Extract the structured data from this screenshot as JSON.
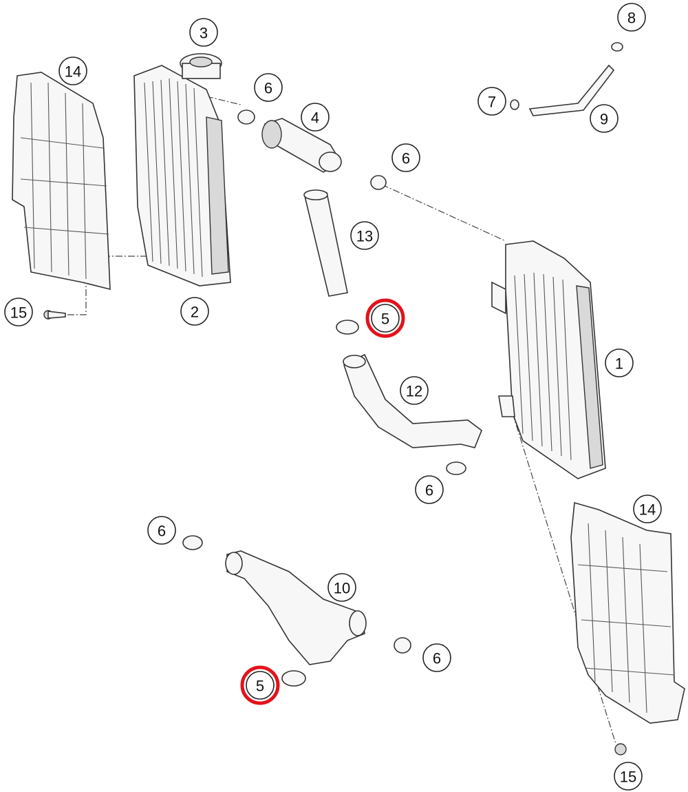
{
  "diagram": {
    "highlight_color": "#e3121b",
    "callouts": [
      {
        "id": "c1",
        "label": "1",
        "highlighted": false
      },
      {
        "id": "c2",
        "label": "2",
        "highlighted": false
      },
      {
        "id": "c3",
        "label": "3",
        "highlighted": false
      },
      {
        "id": "c4",
        "label": "4",
        "highlighted": false
      },
      {
        "id": "c5a",
        "label": "5",
        "highlighted": true
      },
      {
        "id": "c5b",
        "label": "5",
        "highlighted": true
      },
      {
        "id": "c6a",
        "label": "6",
        "highlighted": false
      },
      {
        "id": "c6b",
        "label": "6",
        "highlighted": false
      },
      {
        "id": "c6c",
        "label": "6",
        "highlighted": false
      },
      {
        "id": "c6d",
        "label": "6",
        "highlighted": false
      },
      {
        "id": "c6e",
        "label": "6",
        "highlighted": false
      },
      {
        "id": "c7",
        "label": "7",
        "highlighted": false
      },
      {
        "id": "c8",
        "label": "8",
        "highlighted": false
      },
      {
        "id": "c9",
        "label": "9",
        "highlighted": false
      },
      {
        "id": "c10",
        "label": "10",
        "highlighted": false
      },
      {
        "id": "c12",
        "label": "12",
        "highlighted": false
      },
      {
        "id": "c13",
        "label": "13",
        "highlighted": false
      },
      {
        "id": "c14a",
        "label": "14",
        "highlighted": false
      },
      {
        "id": "c14b",
        "label": "14",
        "highlighted": false
      },
      {
        "id": "c15a",
        "label": "15",
        "highlighted": false
      },
      {
        "id": "c15b",
        "label": "15",
        "highlighted": false
      }
    ]
  }
}
